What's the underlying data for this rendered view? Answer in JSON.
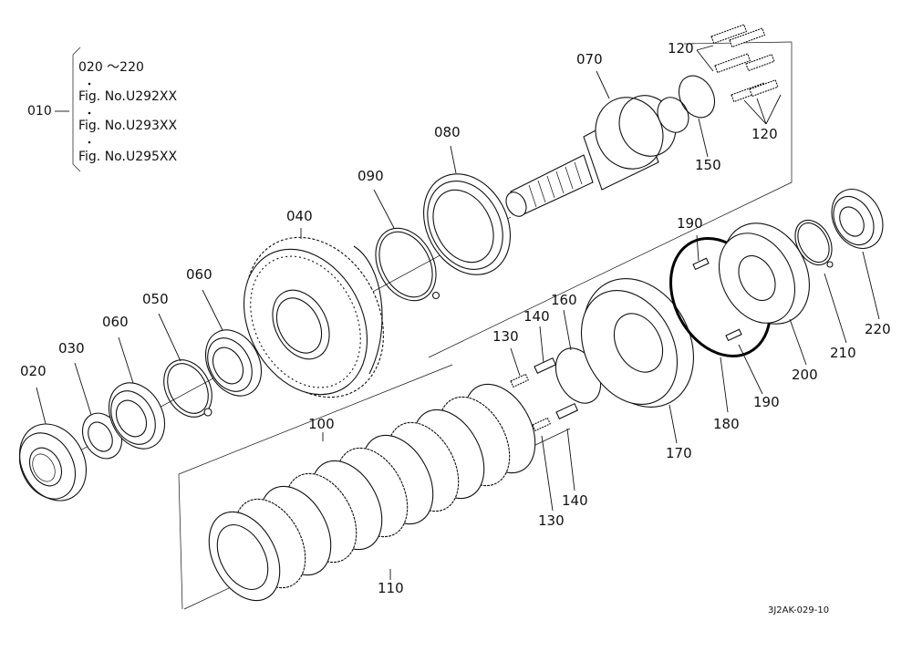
{
  "group": {
    "main": "010",
    "lines": [
      "020 ～220",
      "Fig. No.U292XX",
      "Fig. No.U293XX",
      "Fig. No.U295XX"
    ]
  },
  "labels": [
    {
      "id": "020",
      "text": "020"
    },
    {
      "id": "030",
      "text": "030"
    },
    {
      "id": "060a",
      "text": "060"
    },
    {
      "id": "050",
      "text": "050"
    },
    {
      "id": "060b",
      "text": "060"
    },
    {
      "id": "040",
      "text": "040"
    },
    {
      "id": "090",
      "text": "090"
    },
    {
      "id": "080",
      "text": "080"
    },
    {
      "id": "070",
      "text": "070"
    },
    {
      "id": "120a",
      "text": "120"
    },
    {
      "id": "120b",
      "text": "120"
    },
    {
      "id": "150",
      "text": "150"
    },
    {
      "id": "100",
      "text": "100"
    },
    {
      "id": "110",
      "text": "110"
    },
    {
      "id": "130a",
      "text": "130"
    },
    {
      "id": "140a",
      "text": "140"
    },
    {
      "id": "160",
      "text": "160"
    },
    {
      "id": "140b",
      "text": "140"
    },
    {
      "id": "130b",
      "text": "130"
    },
    {
      "id": "170",
      "text": "170"
    },
    {
      "id": "180",
      "text": "180"
    },
    {
      "id": "190a",
      "text": "190"
    },
    {
      "id": "190b",
      "text": "190"
    },
    {
      "id": "200",
      "text": "200"
    },
    {
      "id": "210",
      "text": "210"
    },
    {
      "id": "220",
      "text": "220"
    }
  ],
  "drawing_code": "3J2AK-029-10"
}
